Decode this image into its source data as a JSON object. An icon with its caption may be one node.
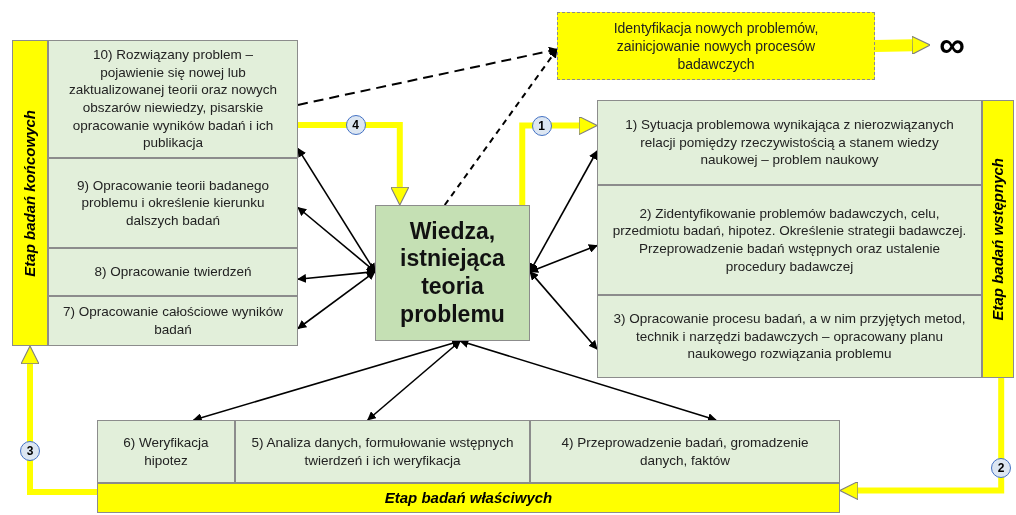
{
  "diagram": {
    "nodes": [
      {
        "text": [
          "Etap badań końcowych"
        ]
      },
      {
        "text": [
          "10) Rozwiązany problem – pojawienie się nowej lub zaktualizowanej teorii oraz nowych obszarów niewiedzy, pisarskie opracowanie wyników badań i ich publikacja"
        ]
      },
      {
        "text": [
          "9) Opracowanie teorii badanego problemu i określenie kierunku dalszych badań"
        ]
      },
      {
        "text": [
          "8) Opracowanie twierdzeń"
        ]
      },
      {
        "text": [
          "7) Opracowanie całościowe wyników badań"
        ]
      },
      {
        "text": [
          "Identyfikacja nowych problemów, zainicjowanie nowych procesów badawczych"
        ]
      },
      {
        "text": [
          "∞"
        ]
      },
      {
        "text": [
          "Wiedza, istniejąca teoria problemu"
        ]
      },
      {
        "text": [
          "1) Sytuacja problemowa wynikająca z nierozwiązanych relacji pomiędzy rzeczywistością a stanem wiedzy naukowej – problem naukowy"
        ]
      },
      {
        "text": [
          "2) Zidentyfikowanie problemów badawczych, celu, przedmiotu badań, hipotez. Określenie strategii badawczej. Przeprowadzenie badań wstępnych oraz ustalenie procedury badawczej"
        ]
      },
      {
        "text": [
          "3) Opracowanie procesu badań, a w nim przyjętych metod, technik i narzędzi badawczych – opracowany planu naukowego rozwiązania problemu"
        ]
      },
      {
        "text": [
          "Etap badań wstępnych"
        ]
      },
      {
        "text": [
          "6) Weryfikacja hipotez"
        ]
      },
      {
        "text": [
          "5) Analiza danych, formułowanie wstępnych twierdzeń i ich weryfikacja"
        ]
      },
      {
        "text": [
          "4) Przeprowadzenie badań, gromadzenie danych, faktów"
        ]
      },
      {
        "text": [
          "Etap badań właściwych"
        ]
      }
    ],
    "edges": [
      {
        "from": 7,
        "to": 1,
        "arrow": "both"
      },
      {
        "from": 7,
        "to": 2,
        "arrow": "both"
      },
      {
        "from": 7,
        "to": 3,
        "arrow": "both"
      },
      {
        "from": 7,
        "to": 4,
        "arrow": "both"
      },
      {
        "from": 7,
        "to": 8,
        "arrow": "both"
      },
      {
        "from": 7,
        "to": 9,
        "arrow": "both"
      },
      {
        "from": 7,
        "to": 10,
        "arrow": "both"
      },
      {
        "from": 7,
        "to": 12,
        "arrow": "both"
      },
      {
        "from": 7,
        "to": 13,
        "arrow": "both"
      },
      {
        "from": 7,
        "to": 14,
        "arrow": "both"
      },
      {
        "from": 1,
        "to": 5,
        "arrow": "to",
        "style": "dashed"
      },
      {
        "from": 7,
        "to": 5,
        "arrow": "to",
        "style": "dashed"
      },
      {
        "from": 1,
        "to": 7,
        "arrow": "to",
        "label": "4",
        "style": "thick",
        "color": "#ffff00"
      },
      {
        "from": 7,
        "to": 8,
        "arrow": "to",
        "label": "1",
        "style": "thick",
        "color": "#ffff00"
      },
      {
        "from": 11,
        "to": 15,
        "arrow": "to",
        "label": "2",
        "style": "thick",
        "color": "#ffff00"
      },
      {
        "from": 15,
        "to": 0,
        "arrow": "to",
        "label": "3",
        "style": "thick",
        "color": "#ffff00"
      },
      {
        "from": 5,
        "to": 6,
        "arrow": "to",
        "style": "thick",
        "color": "#ffff00"
      }
    ]
  }
}
